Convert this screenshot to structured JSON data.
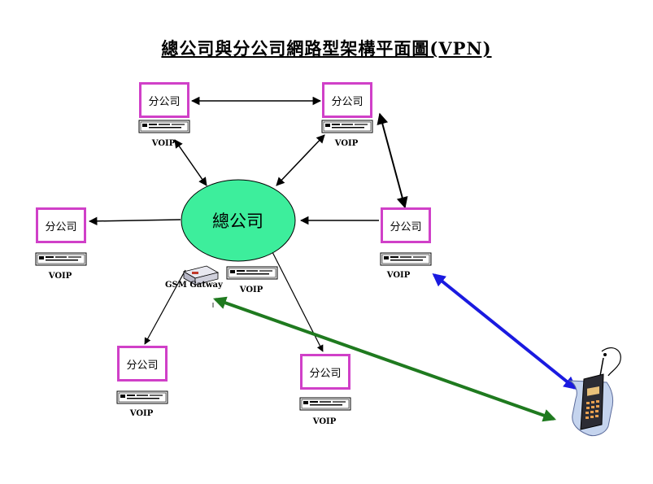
{
  "title": "總公司與分公司網路型架構平面圖(VPN)",
  "hq": {
    "label": "總公司"
  },
  "branch_label": "分公司",
  "voip_label": "VOIP",
  "gsm_gateway_label": "GSM Gatway",
  "colors": {
    "branch_border": "#d040c8",
    "hq_fill": "#3dee9c",
    "mobile_link": "#1a1ae0",
    "gateway_link": "#1f7a1f",
    "connector": "#000000"
  },
  "nodes": [
    {
      "id": "branch-top-left",
      "label": "分公司",
      "voip": "VOIP"
    },
    {
      "id": "branch-top-right",
      "label": "分公司",
      "voip": "VOIP"
    },
    {
      "id": "branch-left",
      "label": "分公司",
      "voip": "VOIP"
    },
    {
      "id": "branch-right",
      "label": "分公司",
      "voip": "VOIP"
    },
    {
      "id": "branch-bottom-left",
      "label": "分公司",
      "voip": "VOIP"
    },
    {
      "id": "branch-bottom-center",
      "label": "分公司",
      "voip": "VOIP"
    }
  ],
  "icons": [
    "voip-device-icon",
    "gsm-gateway-icon",
    "mobile-phone-icon"
  ]
}
